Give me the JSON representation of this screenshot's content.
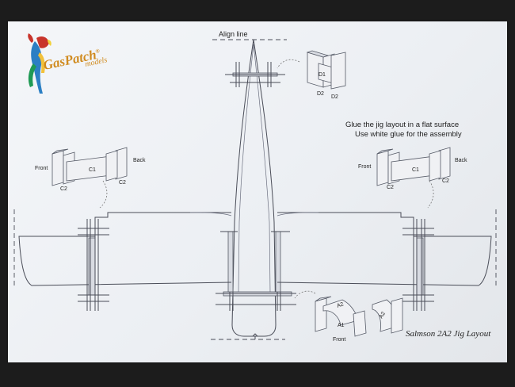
{
  "logo": {
    "brand": "GasPatch",
    "registered": "®",
    "sub": "models"
  },
  "align_line": "Align line",
  "instructions": [
    "Glue the jig layout in a flat surface",
    "Use white glue for the assembly"
  ],
  "title": "Salmson 2A2 Jig Layout",
  "part_left": {
    "front": "Front",
    "back": "Back",
    "c1": "C1",
    "c2a": "C2",
    "c2b": "C2"
  },
  "part_right": {
    "front": "Front",
    "back": "Back",
    "c1": "C1",
    "c2a": "C2",
    "c2b": "C2"
  },
  "part_top": {
    "d1": "D1",
    "d2a": "D2",
    "d2b": "D2"
  },
  "part_bottom": {
    "a1": "A1",
    "a2a": "A2",
    "a2b": "A2",
    "front": "Front"
  },
  "colors": {
    "paper": "#eef0f3",
    "background": "#1c1c1c",
    "logo": "#d08a1e",
    "line": "#4a4d58"
  }
}
